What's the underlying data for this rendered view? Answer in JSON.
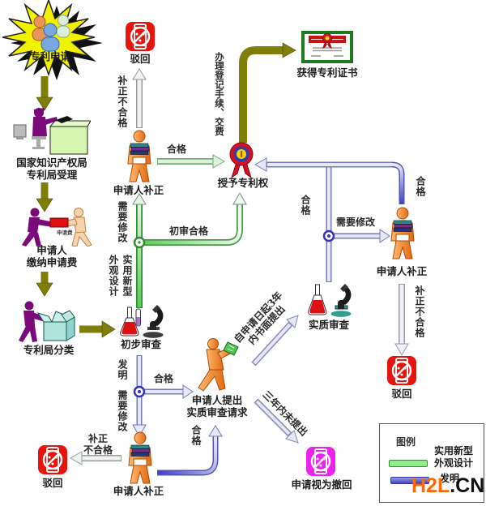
{
  "flow": {
    "apply": "专利申请",
    "office_l1": "国家知识产权局",
    "office_l2": "专利局受理",
    "pay_l1": "申请人",
    "pay_l2": "缴纳申请费",
    "fee_tag": "申请费",
    "classify": "专利局分类",
    "prelim": "初步审查",
    "fix_mid": "申请人补正",
    "reject_top": "驳回",
    "grant": "授予专利权",
    "certificate": "获得专利证书",
    "fix_right": "申请人补正",
    "reject_right": "驳回",
    "substantive": "实质审查",
    "request_l1": "申请人提出",
    "request_l2": "实质审查请求",
    "withdrawn": "申请视为撤回",
    "fix_bottom": "申请人补正",
    "reject_bottom": "驳回"
  },
  "edges": {
    "fix_fail_top": "补正不合格",
    "ok_mid": "合格",
    "register_pay": "办理登记手续、交费",
    "prelim_ok": "初审合格",
    "need_fix_mid": "需要修改",
    "design": "外观设计",
    "utility": "实用新型",
    "invention": "发明",
    "ok_inv": "合格",
    "need_fix_inv": "需要修改",
    "fix_l1": "补正",
    "fix_l2": "不合格",
    "ok_bottom": "合格",
    "within3_l1": "自申请日起3年",
    "within3_l2": "内书面提出",
    "not_within3": "三年内未提出",
    "ok_subst": "合格",
    "need_fix_subst": "需要修改",
    "ok_right": "合格",
    "fix_fail_right": "补正不合格"
  },
  "legend": {
    "title": "图例",
    "green_l1": "实用新型",
    "green_l2": "外观设计",
    "blue_label": "发明",
    "green_color": "#90ee90",
    "blue_color": "#5a5ac8"
  },
  "watermark": {
    "brand": "H2L",
    "tld": ".CN",
    "brand_color": "#ff6a00"
  },
  "colors": {
    "reject_red": "#e8130c",
    "withdrawn_magenta": "#ee22ee",
    "olive_arrow": "#7e7e08",
    "green_pipe": "#7ddf7d",
    "blue_pipe": "#3c3cc8"
  }
}
